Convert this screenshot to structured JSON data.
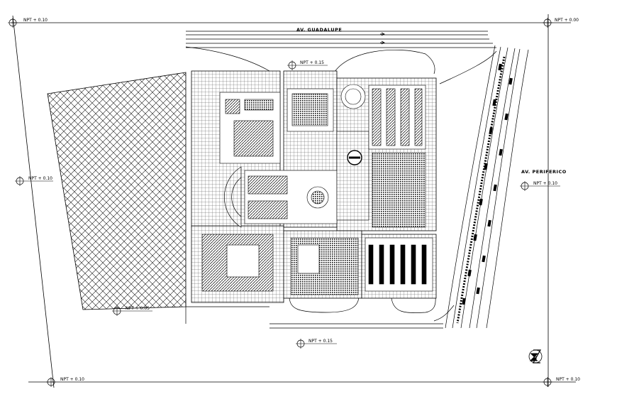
{
  "streets": {
    "north": "AV. GUADALUPE",
    "east": "AV. PERIFERICO"
  },
  "levels": {
    "corner_top_left": "NPT + 0.10",
    "corner_top_right": "NPT + 0.00",
    "corner_bottom_left": "NPT + 0.10",
    "corner_bottom_right": "NPT + 0.10",
    "left_mid": "NPT + 0.10",
    "right_mid": "NPT + 0.10",
    "top_center": "NPT + 0.15",
    "bottom_center": "NPT + 0.15",
    "parking_lot": "NPT + 0.05"
  },
  "north_arrow": {
    "label": "N",
    "icon": "north-arrow-icon"
  }
}
